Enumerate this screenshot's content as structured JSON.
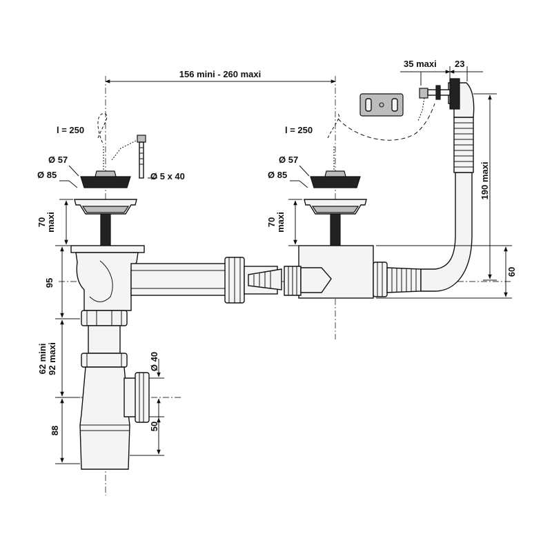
{
  "labels": {
    "span": "156 mini - 260 maxi",
    "overflow_depth": "35 maxi",
    "overflow_plate": "23",
    "chain_left": "l = 250",
    "chain_right": "l = 250",
    "plug_left_d57": "Ø 57",
    "plug_left_d85": "Ø 85",
    "plug_right_d57": "Ø 57",
    "plug_right_d85": "Ø 85",
    "screw": "Ø 5 x 40",
    "depth_left_70": "70",
    "depth_left_maxi": "maxi",
    "depth_right_70": "70",
    "depth_right_maxi": "maxi",
    "overflow_height": "190 maxi",
    "connector_height": "60",
    "trap_95": "95",
    "trap_62": "62 mini",
    "trap_92": "92 maxi",
    "outlet_d40": "Ø 40",
    "trap_88": "88",
    "trap_50": "50"
  }
}
